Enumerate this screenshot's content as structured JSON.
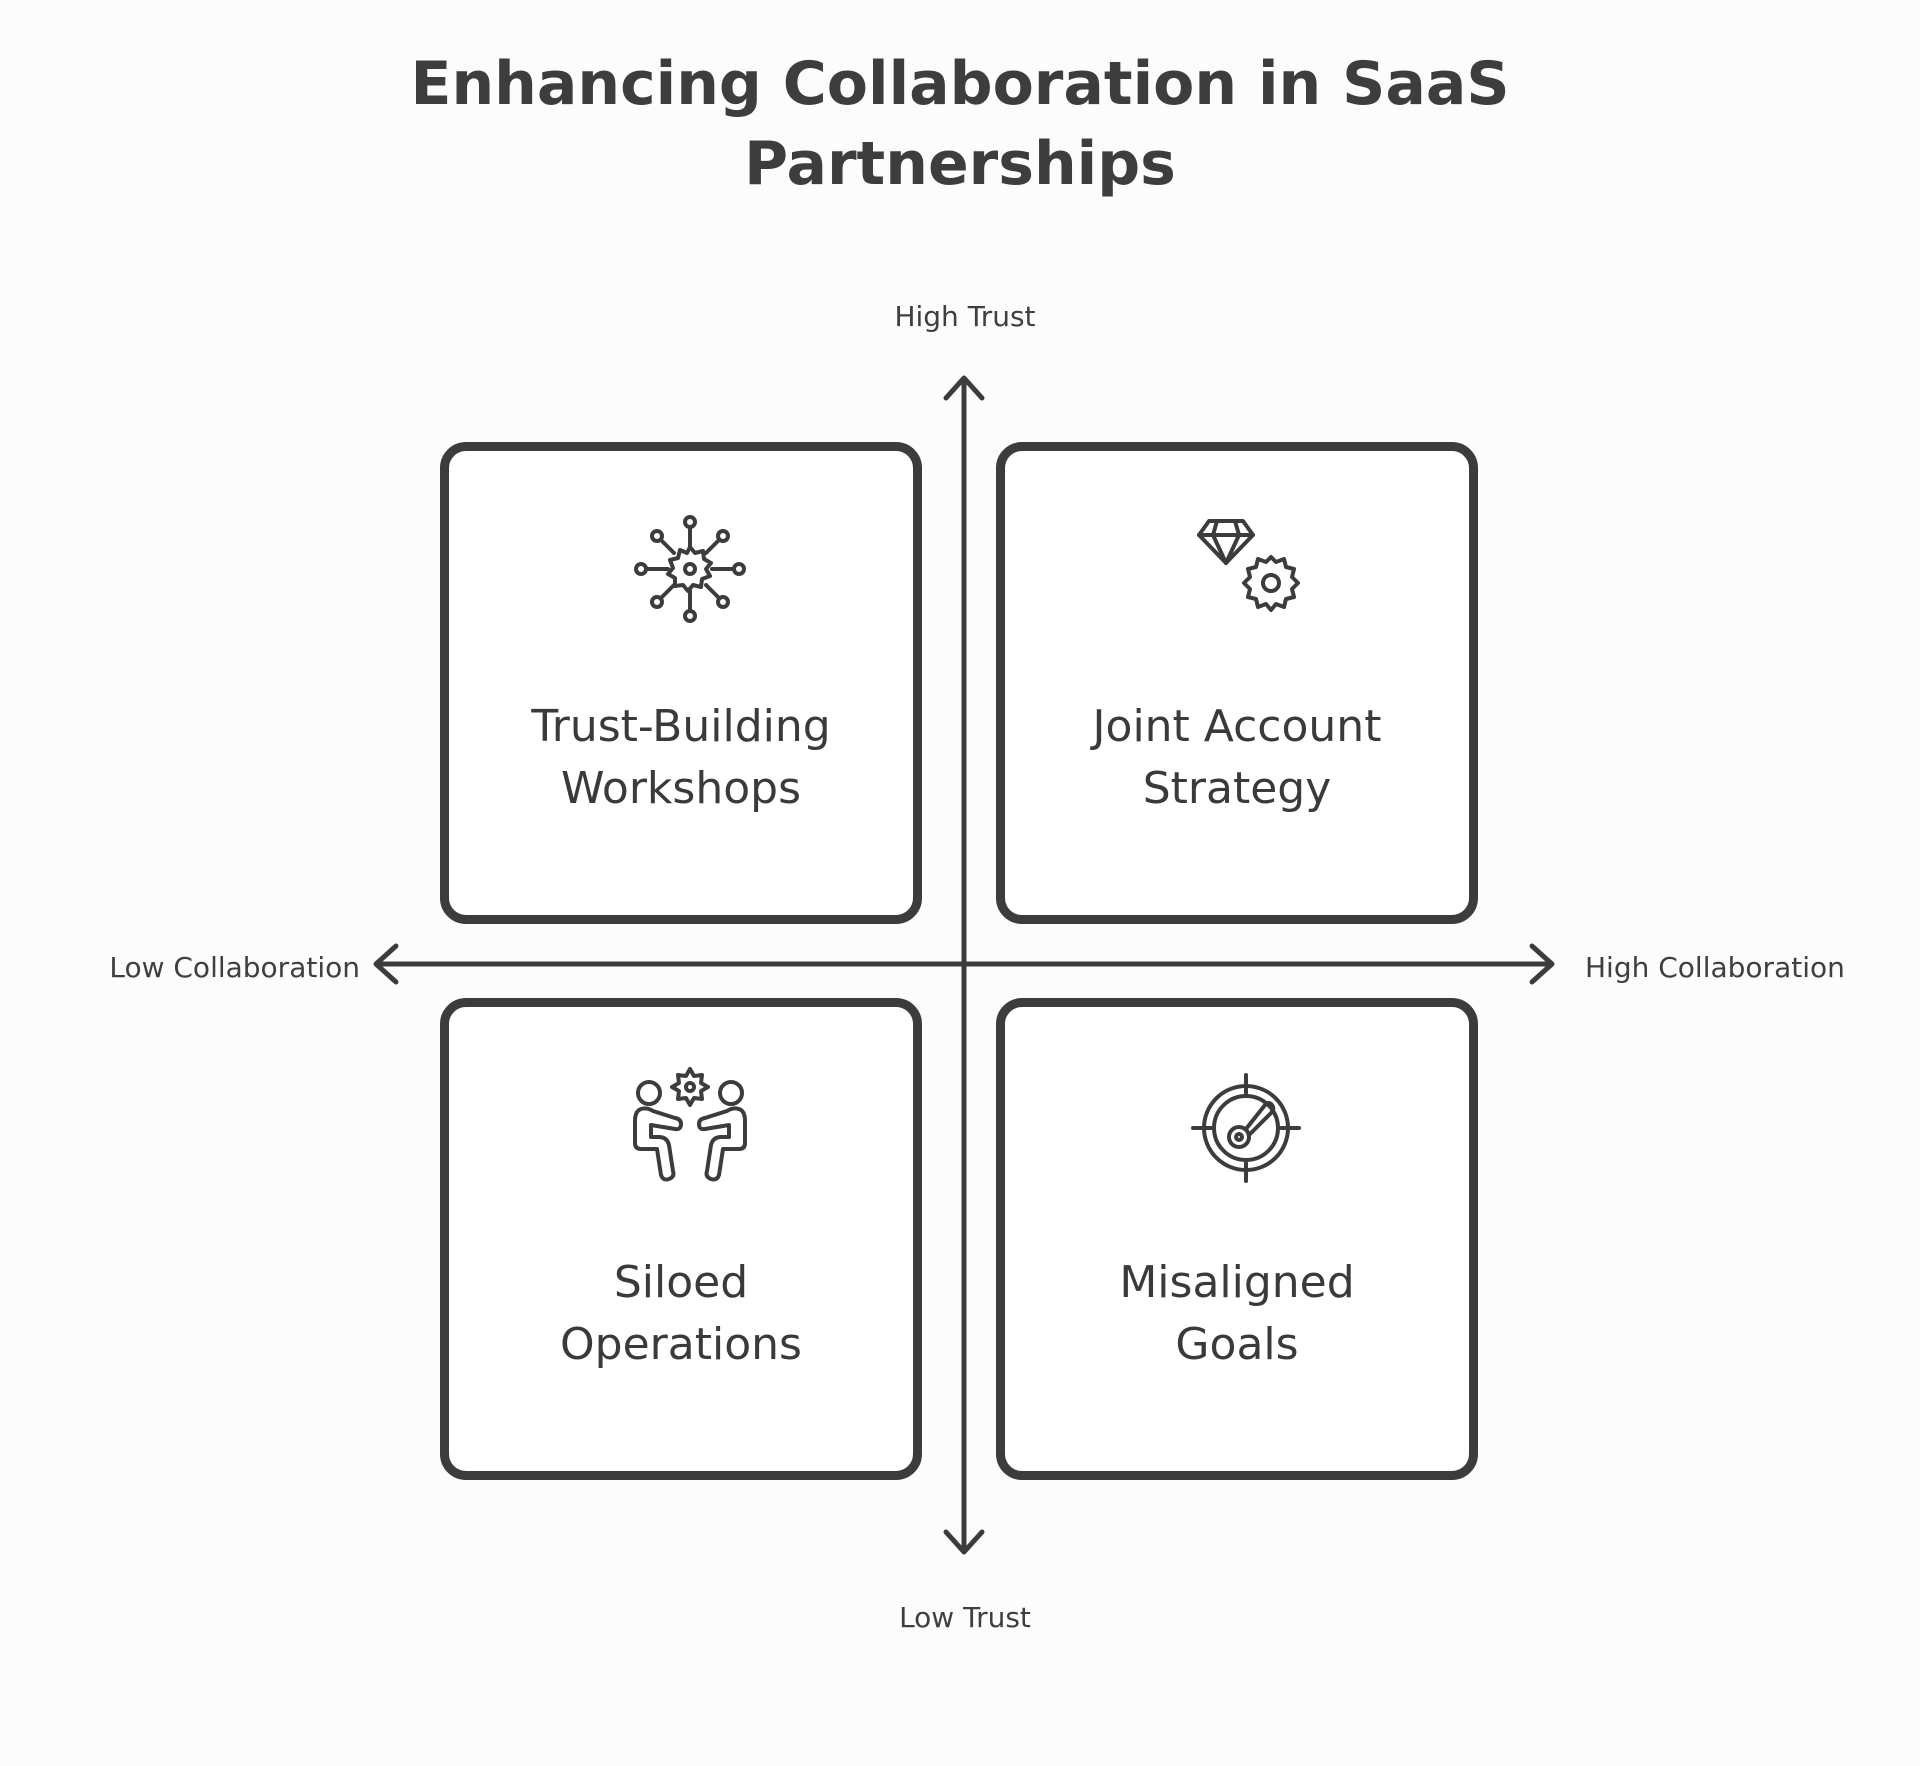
{
  "title": {
    "line1": "Enhancing Collaboration in SaaS",
    "line2": "Partnerships"
  },
  "axes": {
    "y_top": "High Trust",
    "y_bottom": "Low Trust",
    "x_left": "Low Collaboration",
    "x_right": "High Collaboration"
  },
  "quadrants": [
    {
      "position": "top-left",
      "line1": "Trust-Building",
      "line2": "Workshops",
      "icon": "network-gear-icon"
    },
    {
      "position": "top-right",
      "line1": "Joint Account",
      "line2": "Strategy",
      "icon": "gem-gear-icon"
    },
    {
      "position": "bottom-left",
      "line1": "Siloed",
      "line2": "Operations",
      "icon": "people-gear-icon"
    },
    {
      "position": "bottom-right",
      "line1": "Misaligned",
      "line2": "Goals",
      "icon": "target-gauge-icon"
    }
  ],
  "colors": {
    "stroke": "#3c3c3c",
    "background": "#fcfcfc",
    "card": "#ffffff"
  }
}
